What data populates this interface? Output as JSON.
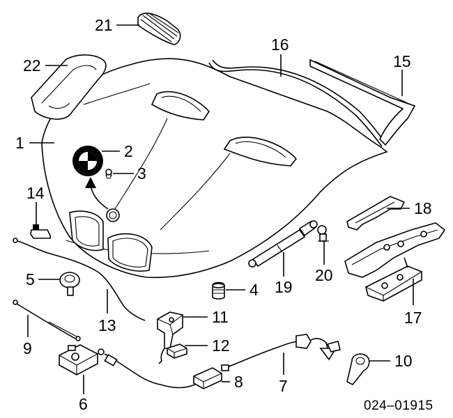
{
  "diagram": {
    "reference_code": "024–01915",
    "callouts": [
      {
        "id": "21",
        "label": "21"
      },
      {
        "id": "22",
        "label": "22"
      },
      {
        "id": "16",
        "label": "16"
      },
      {
        "id": "15",
        "label": "15"
      },
      {
        "id": "1",
        "label": "1"
      },
      {
        "id": "2",
        "label": "2"
      },
      {
        "id": "3",
        "label": "3"
      },
      {
        "id": "14",
        "label": "14"
      },
      {
        "id": "18",
        "label": "18"
      },
      {
        "id": "5",
        "label": "5"
      },
      {
        "id": "4",
        "label": "4"
      },
      {
        "id": "19",
        "label": "19"
      },
      {
        "id": "20",
        "label": "20"
      },
      {
        "id": "13",
        "label": "13"
      },
      {
        "id": "11",
        "label": "11"
      },
      {
        "id": "17",
        "label": "17"
      },
      {
        "id": "9",
        "label": "9"
      },
      {
        "id": "12",
        "label": "12"
      },
      {
        "id": "10",
        "label": "10"
      },
      {
        "id": "6",
        "label": "6"
      },
      {
        "id": "8",
        "label": "8"
      },
      {
        "id": "7",
        "label": "7"
      }
    ]
  }
}
